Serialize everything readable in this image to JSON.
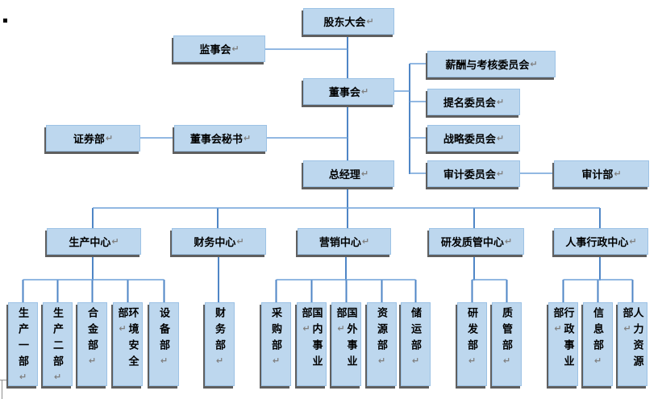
{
  "marks": {
    "return": "↵"
  },
  "colors": {
    "box_fill": "#bdd7ee",
    "box_border": "#9cc2e5",
    "box_shadow": "#5f5f5f",
    "connector_line": "#5b8fce"
  },
  "org": {
    "shareholders_meeting": "股东大会",
    "supervisory_board": "监事会",
    "board_of_directors": "董事会",
    "committees": [
      {
        "name": "薪酬与考核委员会"
      },
      {
        "name": "提名委员会"
      },
      {
        "name": "战略委员会"
      },
      {
        "name": "审计委员会",
        "linked_dept": "审计部"
      }
    ],
    "securities_dept": "证券部",
    "board_secretary": "董事会秘书",
    "general_manager": "总经理",
    "centers": [
      {
        "name": "生产中心",
        "departments": [
          "生产一部",
          "生产二部",
          "合金部",
          "环境安全部",
          "设备部"
        ]
      },
      {
        "name": "财务中心",
        "departments": [
          "财务部"
        ]
      },
      {
        "name": "营销中心",
        "departments": [
          "采购部",
          "国内事业部",
          "国外事业部",
          "资源部",
          "储运部"
        ]
      },
      {
        "name": "研发质管中心",
        "departments": [
          "研发部",
          "质管部"
        ]
      },
      {
        "name": "人事行政中心",
        "departments": [
          "行政事业部",
          "信息部",
          "人力资源部"
        ]
      }
    ]
  }
}
